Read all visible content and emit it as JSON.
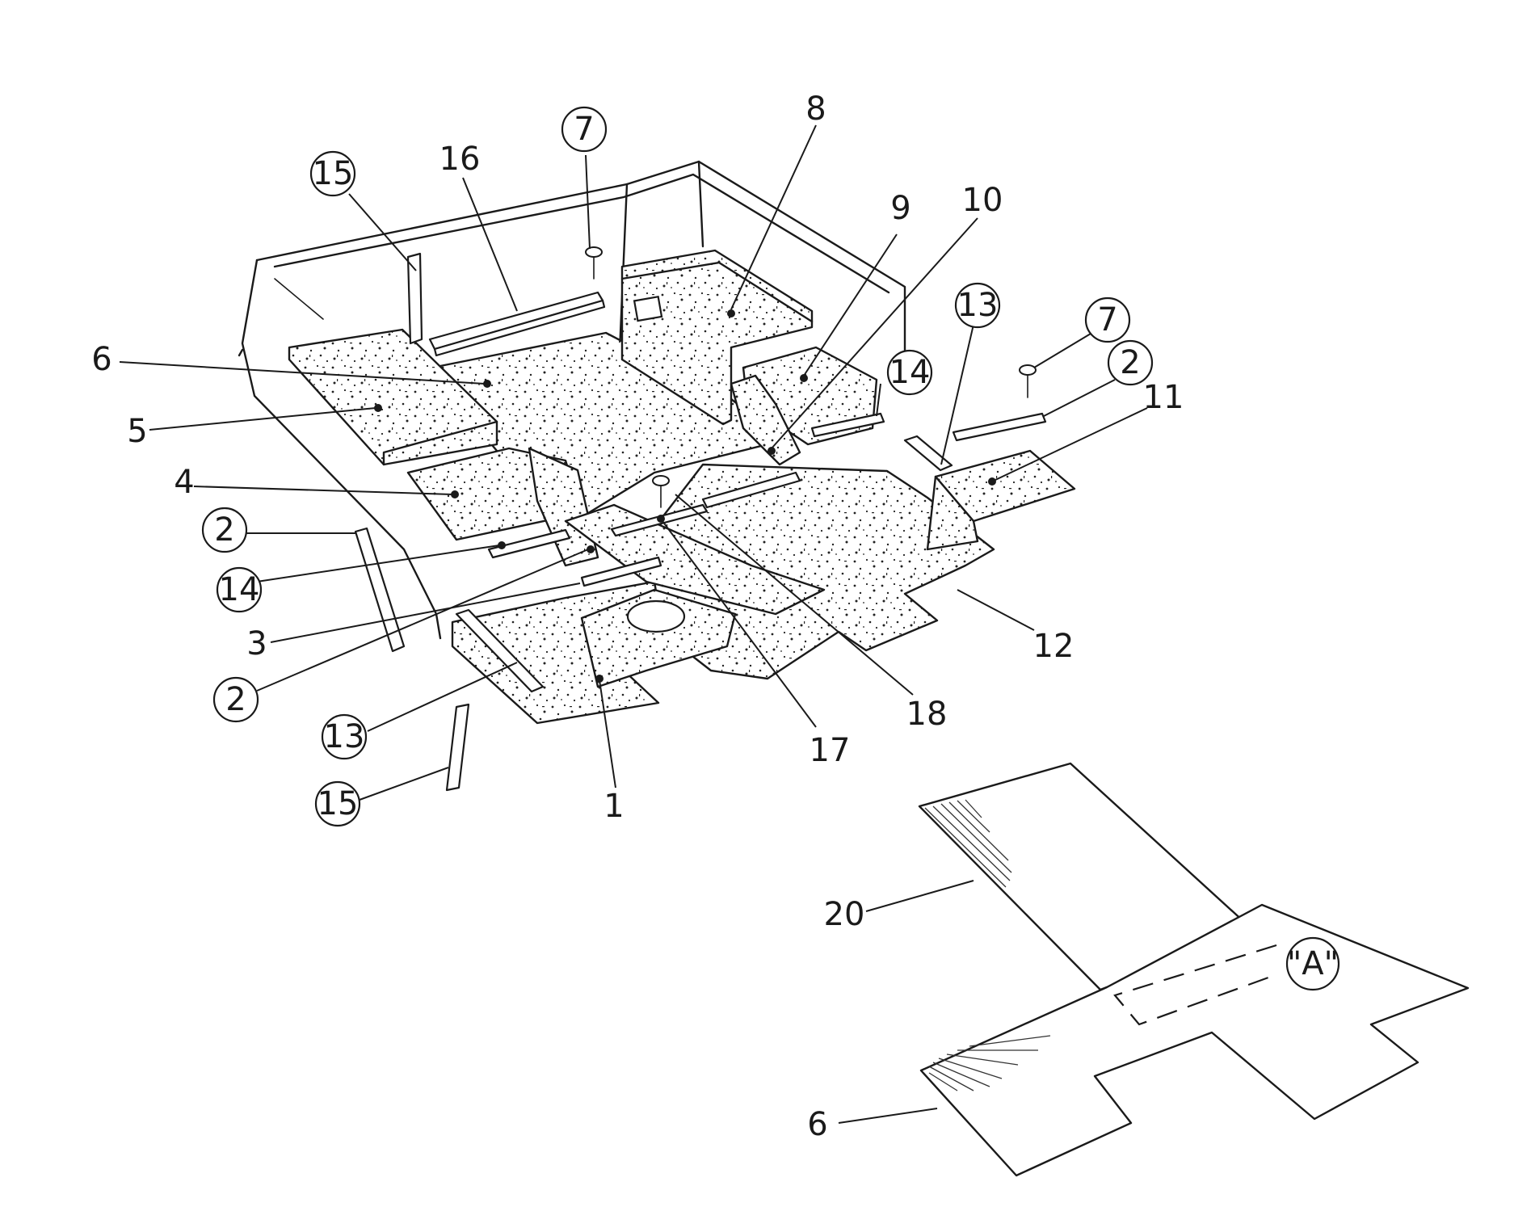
{
  "callouts": [
    {
      "id": "c15a",
      "text": "15",
      "circled": true
    },
    {
      "id": "c16",
      "text": "16",
      "circled": false
    },
    {
      "id": "c7a",
      "text": "7",
      "circled": true
    },
    {
      "id": "c8",
      "text": "8",
      "circled": false
    },
    {
      "id": "c9",
      "text": "9",
      "circled": false
    },
    {
      "id": "c10",
      "text": "10",
      "circled": false
    },
    {
      "id": "c13a",
      "text": "13",
      "circled": true
    },
    {
      "id": "c7b",
      "text": "7",
      "circled": true
    },
    {
      "id": "c2a",
      "text": "2",
      "circled": true
    },
    {
      "id": "c14a",
      "text": "14",
      "circled": true
    },
    {
      "id": "c11",
      "text": "11",
      "circled": false
    },
    {
      "id": "c6a",
      "text": "6",
      "circled": false
    },
    {
      "id": "c5",
      "text": "5",
      "circled": false
    },
    {
      "id": "c4",
      "text": "4",
      "circled": false
    },
    {
      "id": "c2b",
      "text": "2",
      "circled": true
    },
    {
      "id": "c14b",
      "text": "14",
      "circled": true
    },
    {
      "id": "c3",
      "text": "3",
      "circled": false
    },
    {
      "id": "c2c",
      "text": "2",
      "circled": true
    },
    {
      "id": "c13b",
      "text": "13",
      "circled": true
    },
    {
      "id": "c15b",
      "text": "15",
      "circled": true
    },
    {
      "id": "c1",
      "text": "1",
      "circled": false
    },
    {
      "id": "c17",
      "text": "17",
      "circled": false
    },
    {
      "id": "c18",
      "text": "18",
      "circled": false
    },
    {
      "id": "c12",
      "text": "12",
      "circled": false
    },
    {
      "id": "c20",
      "text": "20",
      "circled": false
    },
    {
      "id": "cA",
      "text": "\"A\"",
      "circled": true
    },
    {
      "id": "c6b",
      "text": "6",
      "circled": false
    }
  ]
}
